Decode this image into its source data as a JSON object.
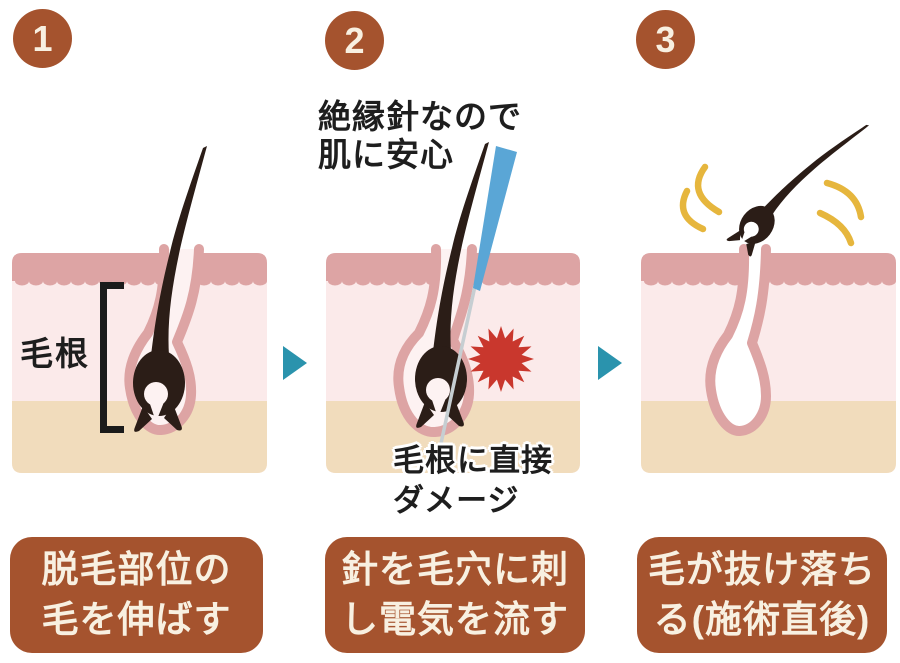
{
  "figure": {
    "title": "needle-hair-removal-3-step-diagram",
    "steps": [
      {
        "number": "1",
        "caption": "脱毛部位の\n毛を伸ばす"
      },
      {
        "number": "2",
        "caption": "針を毛穴に刺\nし電気を流す"
      },
      {
        "number": "3",
        "caption": "毛が抜け落ち\nる(施術直後)"
      }
    ],
    "annotations": {
      "hair_root_label": "毛根",
      "needle_note": "絶縁針なので\n肌に安心",
      "damage_note": "毛根に直接\nダメージ"
    },
    "icons": {
      "next_arrow": "right-pointing triangle",
      "damage_burst": "16-point starburst",
      "motion_arcs": "yellow pluck arcs"
    },
    "colors": {
      "step_brown": "#a5532e",
      "caption_text_cream": "#f8f0e1",
      "epidermis_pink": "#dda4a4",
      "dermis_pink": "#fbeaea",
      "subcutis_tan": "#f1dcbc",
      "hair_black": "#2b1d17",
      "follicle_interior": "#fdf2f2",
      "needle_blue": "#5aa6d6",
      "needle_shaft_gray": "#c6ced2",
      "burst_red": "#c9372d",
      "arc_yellow": "#e6b63d",
      "arrow_teal": "#2a93ad",
      "text_black": "#1e1e1e"
    }
  }
}
